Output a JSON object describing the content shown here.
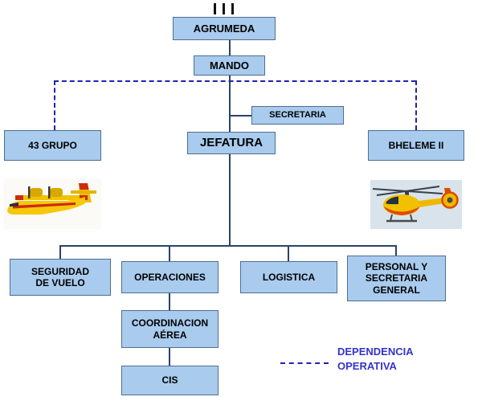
{
  "org_chart": {
    "agrumeda": "AGRUMEDA",
    "mando": "MANDO",
    "secretaria": "SECRETARIA",
    "jefatura": "JEFATURA",
    "grupo_43": "43 GRUPO",
    "bheleme_ii": "BHELEME II",
    "seguridad_de_vuelo": "SEGURIDAD\nDE VUELO",
    "operaciones": "OPERACIONES",
    "logistica": "LOGISTICA",
    "personal_y_secretaria_general": "PERSONAL Y\nSECRETARIA\nGENERAL",
    "coordinacion_aerea": "COORDINACION\nAÉREA",
    "cis": "CIS"
  },
  "legend": {
    "dependencia_operativa": "DEPENDENCIA\nOPERATIVA"
  },
  "images": {
    "plane": "canadair-seaplane-photo",
    "helicopter": "rescue-helicopter-photo"
  },
  "colors": {
    "box_fill": "#a9cbee",
    "box_border": "#4f6d91",
    "line_color": "#2b436b",
    "dash_color": "#2121b5",
    "legend_color": "#3333cc"
  }
}
